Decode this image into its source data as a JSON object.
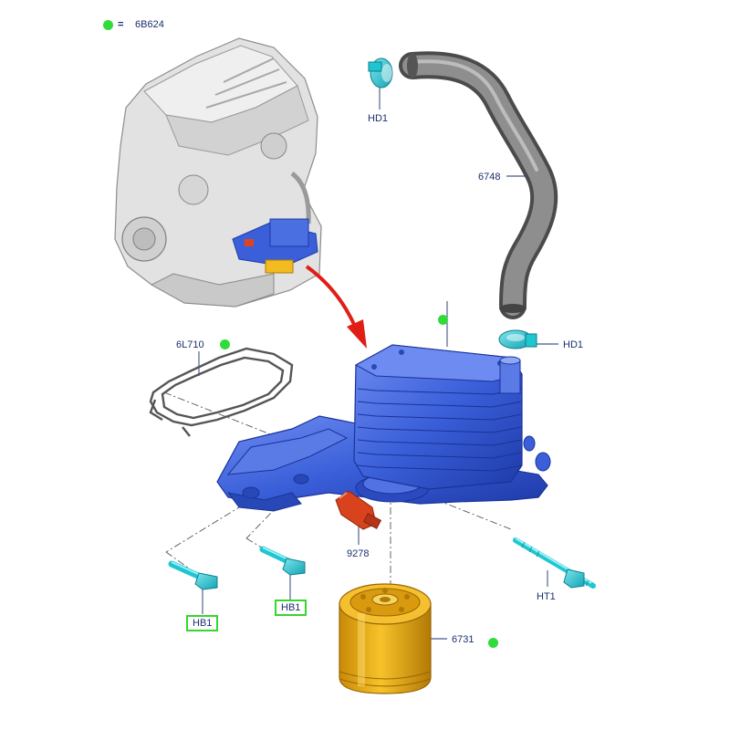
{
  "legend": {
    "symbol": "=",
    "code": "6B624"
  },
  "colors": {
    "marker": "#2fdc3a",
    "main_part": "#3a5fd9",
    "clip": "#1fc6d0",
    "sensor": "#d8421c",
    "filter": "#f0b418",
    "hose": "#7c7c7c",
    "engine": "#d8d8d8",
    "label": "#1a2f6e",
    "arrow": "#e01e16",
    "box": "#38d42f"
  },
  "parts": [
    {
      "code": "HD1",
      "boxed": false
    },
    {
      "code": "6748",
      "boxed": false
    },
    {
      "code": "HD1",
      "boxed": false
    },
    {
      "code": "6L710",
      "boxed": false
    },
    {
      "code": "9278",
      "boxed": false
    },
    {
      "code": "HT1",
      "boxed": false
    },
    {
      "code": "HB1",
      "boxed": true
    },
    {
      "code": "HB1",
      "boxed": true
    },
    {
      "code": "6731",
      "boxed": false
    }
  ]
}
